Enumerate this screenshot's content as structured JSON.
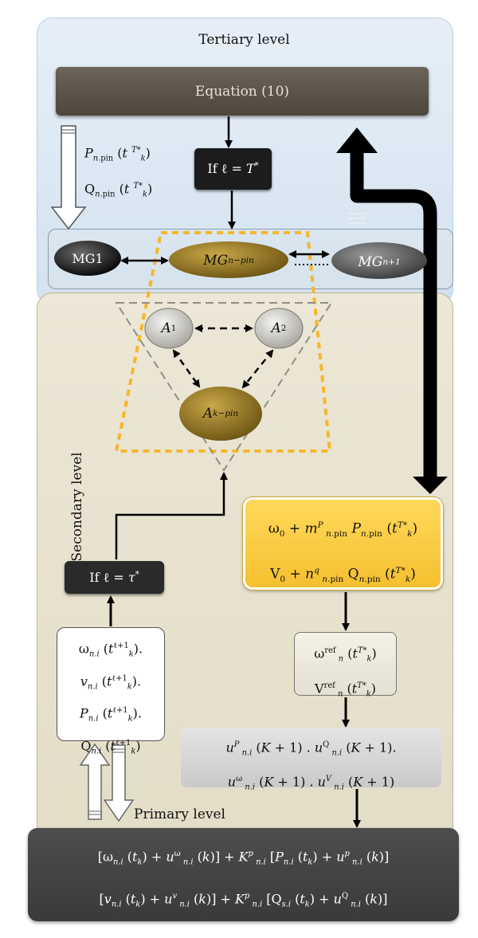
{
  "levels": {
    "tertiary": "Tertiary level",
    "secondary": "Secondary level",
    "primary": "Primary level"
  },
  "boxes": {
    "equation": "Equation (10)",
    "if_T_prefix": "If ℓ = ",
    "if_T_sym": "T",
    "if_tau_prefix": "If ℓ = ",
    "if_tau_sym": "τ"
  },
  "microgrids": {
    "mg1": "MG1",
    "mg_pin": "MG",
    "mg_pin_sub": "n−pin",
    "mg_next": "MG",
    "mg_next_sub": "n+1"
  },
  "agents": {
    "a1": "A",
    "a1_sub": "1",
    "a2": "A",
    "a2_sub": "2",
    "apin": "A",
    "apin_sub": "k−pin"
  },
  "colors": {
    "tertiary_bg": "#dce8f3",
    "secondary_bg": "#e8e2cd",
    "accent_yellow": "#f7c93b",
    "pin_gold": "#9a7a1a",
    "dashed_orange": "#f5b72a",
    "dark_box": "#1c1c1c"
  },
  "icons": {
    "flow_arrow": "arrow-down-icon",
    "hollow_arrow": "hollow-arrow-icon",
    "feedback_arrow": "thick-arrow-icon"
  }
}
